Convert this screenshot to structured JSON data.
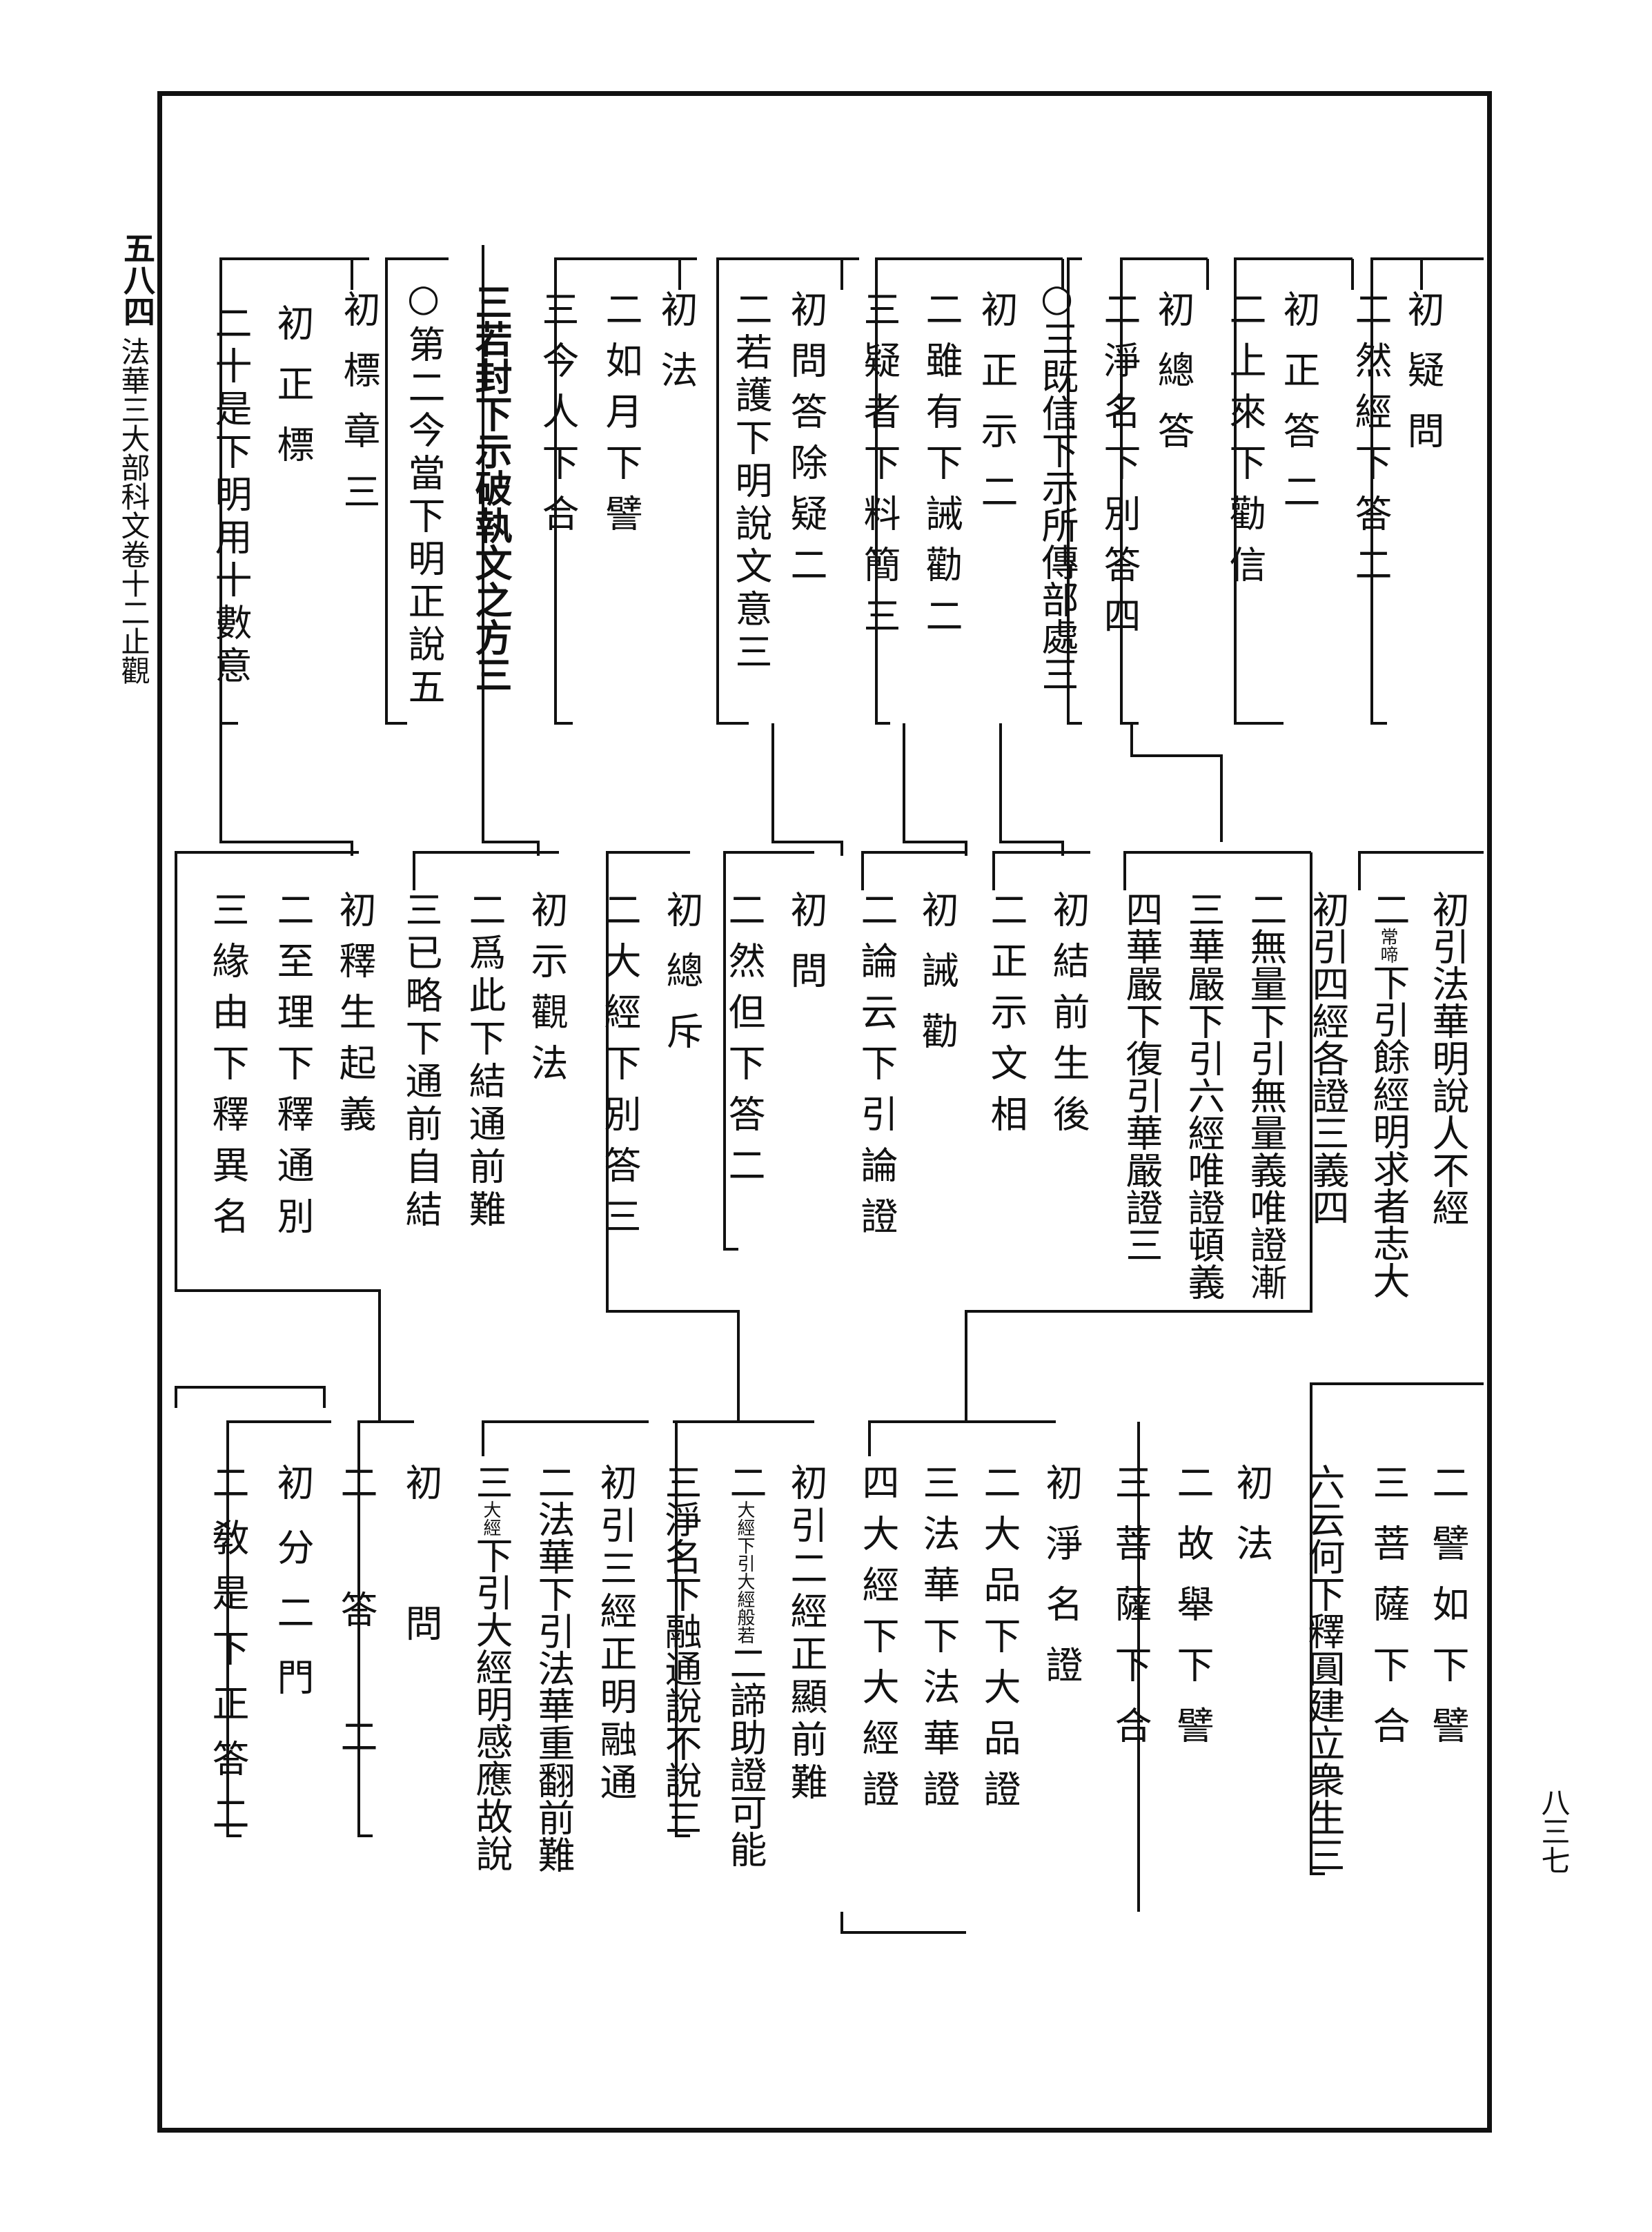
{
  "margin_left": {
    "page_number": "五八四",
    "running_title": "法華三大部科文卷十二止觀"
  },
  "margin_right": {
    "page_number": "八三七"
  },
  "tier1": {
    "c1": "初疑問",
    "c2": "二然經下答二",
    "c3": "初正答二",
    "c4": "二上來下勸信",
    "c5": "初總答",
    "c6": "二淨名下別答四",
    "c7": "○三既信下示所傳部處三",
    "c8": "初正示二",
    "c9": "二雖有下誡勸二",
    "c10": "三疑者下料簡三",
    "c11": "初問答除疑二",
    "c12": "二若護下明說文意三",
    "c13": "初法",
    "c14": "二如月下譬",
    "c15": "三今人下合",
    "c16": "三若封下示破執文之方三",
    "c17": "○第二今當下明正說五",
    "c18": "初標章三",
    "c19": "初正標",
    "c20": "二十是下明用十數意"
  },
  "tier2": {
    "c1": "初引法華明說人不經",
    "c2a": "二",
    "c2note": "常啼",
    "c2b": "下引餘經明求者志大",
    "c3": "初引四經各證三義四",
    "c4": "二無量下引無量義唯證漸",
    "c5": "三華嚴下引六經唯證頓義",
    "c6": "四華嚴下復引華嚴證三",
    "c7": "初結前生後",
    "c8": "二正示文相",
    "c9": "初誡勸",
    "c10": "二論云下引論證",
    "c11": "初問",
    "c12": "二然但下答二",
    "c13": "初總斥",
    "c14": "二大經下別答三",
    "c15": "初示觀法",
    "c16": "二爲此下結通前難",
    "c17": "三已略下通前自結",
    "c18": "初釋生起義",
    "c19": "二至理下釋通別",
    "c20": "三緣由下釋異名"
  },
  "tier3": {
    "c1": "二譬如下譬",
    "c2": "三菩薩下合",
    "c3": "六云何下釋圓建立衆生三",
    "c4": "初法",
    "c5": "二故舉下譬",
    "c6": "三菩薩下合",
    "c7": "初淨名證",
    "c8": "二大品下大品證",
    "c9": "三法華下法華證",
    "c10": "四大經下大經證",
    "c11": "初引二經正顯前難",
    "c12a": "二",
    "c12note": "大經下引大經般若",
    "c12b": "二諦助證可能",
    "c13": "三淨名下融通說不說三",
    "c14": "初引三經正明融通",
    "c15": "二法華下引法華重翻前難",
    "c16a": "三",
    "c16note": "大經",
    "c16b": "下引大經明感應故說",
    "c17": "初問",
    "c18": "二答二",
    "c19": "初分二門",
    "c20": "二敎是下正答二"
  }
}
